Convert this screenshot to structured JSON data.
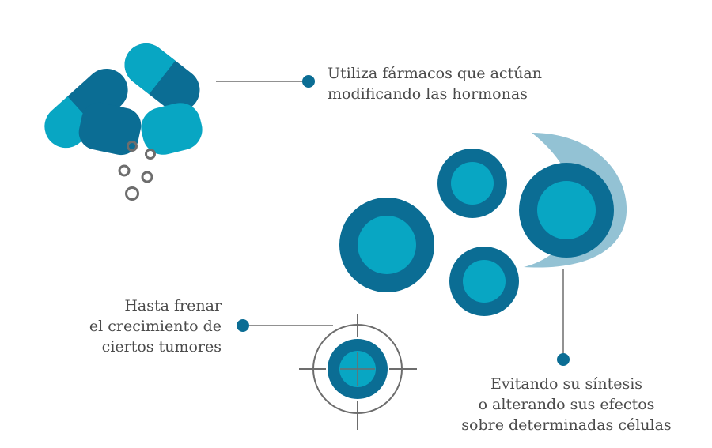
{
  "labels": {
    "hormone_drugs": {
      "line1": "Utiliza fármacos que actúan",
      "line2": "modificando las hormonas"
    },
    "tumor_growth": {
      "line1": "Hasta frenar",
      "line2": "el crecimiento de",
      "line3": "ciertos tumores"
    },
    "synthesis": {
      "line1": "Evitando su síntesis",
      "line2": "o alterando sus efectos",
      "line3": "sobre determinadas células"
    }
  },
  "colors": {
    "dark_blue": "#0b6d94",
    "cyan": "#08a6c3",
    "light_blue": "#93c2d4",
    "gray": "#6d6d6d",
    "text": "#4a4a4a"
  },
  "icons": {
    "capsules": "capsules-icon",
    "cells": "cells-icon",
    "target": "target-icon"
  }
}
